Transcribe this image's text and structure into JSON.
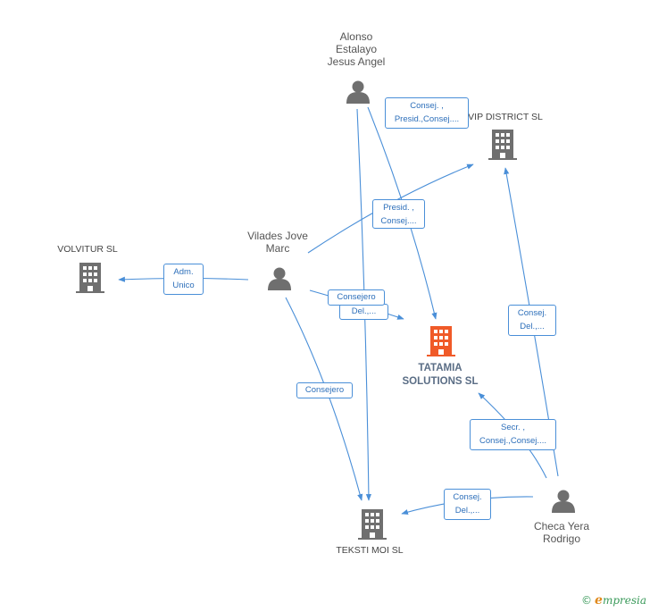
{
  "nodes": {
    "alonso": {
      "label": "Alonso\nEstalayo\nJesus Angel",
      "kind": "person",
      "icon": "person-icon"
    },
    "vilades": {
      "label": "Vilades Jove\nMarc",
      "kind": "person",
      "icon": "person-icon"
    },
    "checa": {
      "label": "Checa Yera\nRodrigo",
      "kind": "person",
      "icon": "person-icon"
    },
    "volvitur": {
      "label": "VOLVITUR SL",
      "kind": "company",
      "icon": "building-icon"
    },
    "vip": {
      "label": "VIP DISTRICT SL",
      "kind": "company",
      "icon": "building-icon"
    },
    "tatamia": {
      "label": "TATAMIA\nSOLUTIONS SL",
      "kind": "focus-company",
      "icon": "building-icon"
    },
    "teksti": {
      "label": "TEKSTI MOI SL",
      "kind": "company",
      "icon": "building-icon"
    }
  },
  "edges": {
    "e1": {
      "label": "Consej. ,\nPresid.,Consej...."
    },
    "e2": {
      "label": "Presid. ,\nConsej...."
    },
    "e3": {
      "label": "Adm.\nUnico"
    },
    "e4": {
      "label": "Consejero"
    },
    "e5": {
      "label": "Del.,..."
    },
    "e6": {
      "label": "Consejero"
    },
    "e7": {
      "label": "Consej.\nDel.,..."
    },
    "e8": {
      "label": "Secr. ,\nConsej.,Consej...."
    },
    "e9": {
      "label": "Consej.\nDel.,..."
    }
  },
  "colors": {
    "edge": "#4a8fd8",
    "person": "#6f6f6f",
    "company": "#6f6f6f",
    "focus": "#f05a28"
  },
  "footer": {
    "copyright": "©",
    "brand_initial": "e",
    "brand_rest": "mpresia"
  }
}
